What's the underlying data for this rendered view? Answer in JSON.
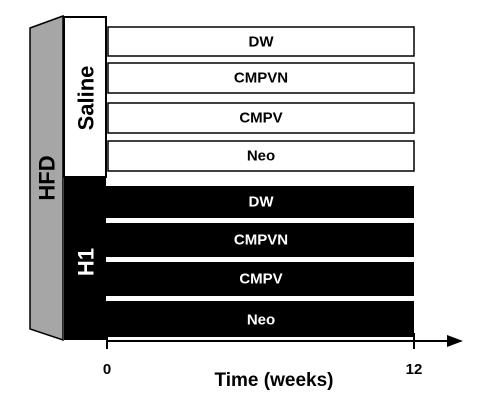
{
  "diet": {
    "label": "HFD",
    "fill": "#a6a6a6"
  },
  "groups": [
    {
      "label": "Saline",
      "theme": "light",
      "treatments": [
        "DW",
        "CMPVN",
        "CMPV",
        "Neo"
      ]
    },
    {
      "label": "H1",
      "theme": "dark",
      "treatments": [
        "DW",
        "CMPVN",
        "CMPV",
        "Neo"
      ]
    }
  ],
  "timeline": {
    "start_label": "0",
    "end_label": "12",
    "axis_label": "Time (weeks)"
  },
  "colors": {
    "ink": "#000000",
    "paper": "#ffffff",
    "diet_fill": "#a6a6a6"
  }
}
